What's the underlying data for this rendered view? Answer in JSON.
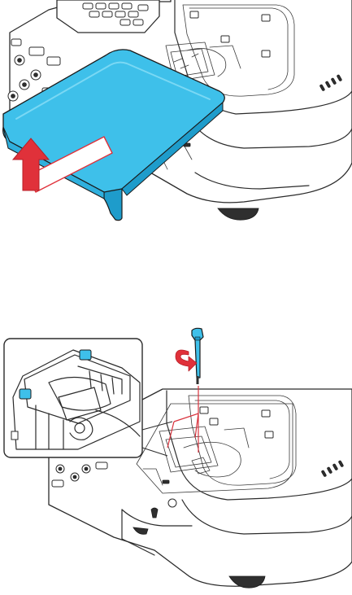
{
  "colors": {
    "cover_blue": "#3ec0ea",
    "cover_blue_dark": "#1e9ccb",
    "arrow_red": "#e0313a",
    "guide_red": "#d8323c",
    "outline": "#2b2b2b",
    "background": "#ffffff"
  },
  "panels": [
    {
      "id": "step-remove-lamp-cover",
      "icons": [
        "projector-body",
        "lamp-cover",
        "lift-up-arrow"
      ]
    },
    {
      "id": "step-loosen-lamp-screws",
      "icons": [
        "projector-body",
        "lamp-compartment",
        "screwdriver-icon",
        "rotate-counterclockwise-arrow",
        "lamp-detail-inset"
      ]
    }
  ]
}
